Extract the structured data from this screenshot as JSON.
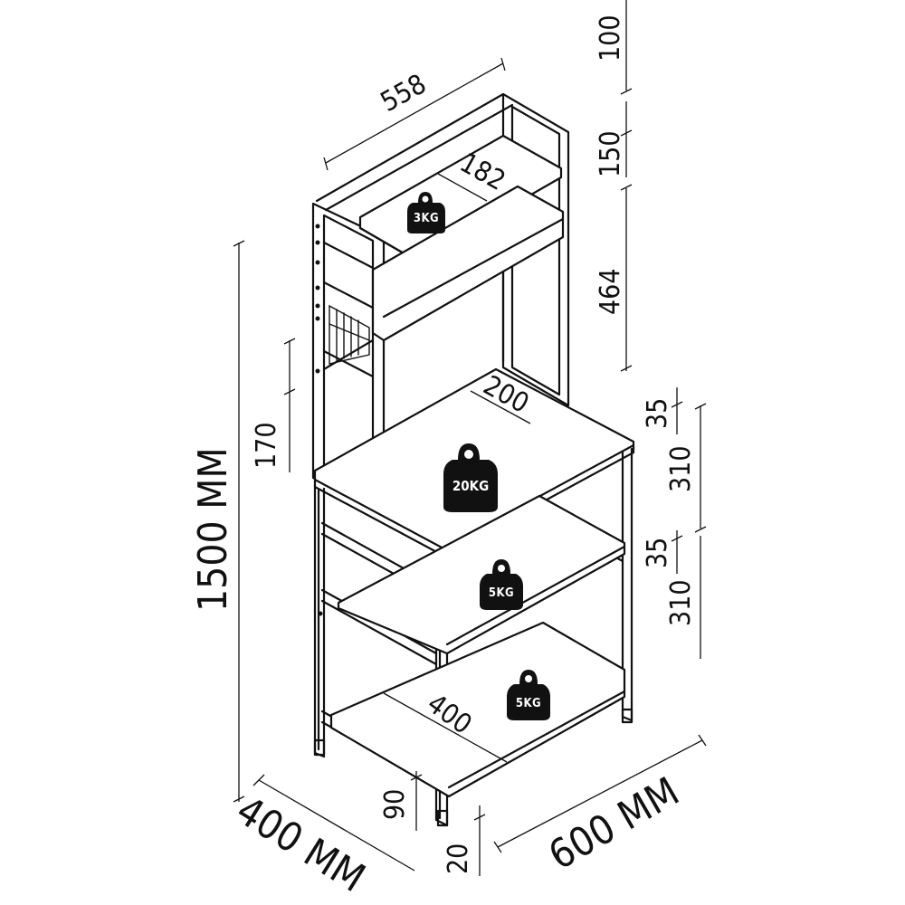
{
  "dimensions": {
    "width_top": "558",
    "top_shelf_depth": "182",
    "mid_depth": "200",
    "bottom_depth": "400",
    "seg_top": "100",
    "seg_150": "150",
    "seg_464": "464",
    "seg_170": "170",
    "seg_35_a": "35",
    "seg_310_a": "310",
    "seg_35_b": "35",
    "seg_310_b": "310",
    "seg_90": "90",
    "seg_20": "20",
    "total_height": "1500 MM",
    "total_depth": "400 MM",
    "total_width": "600 MM"
  },
  "weights": {
    "top": "3KG",
    "main": "20KG",
    "middle": "5KG",
    "bottom": "5KG"
  }
}
